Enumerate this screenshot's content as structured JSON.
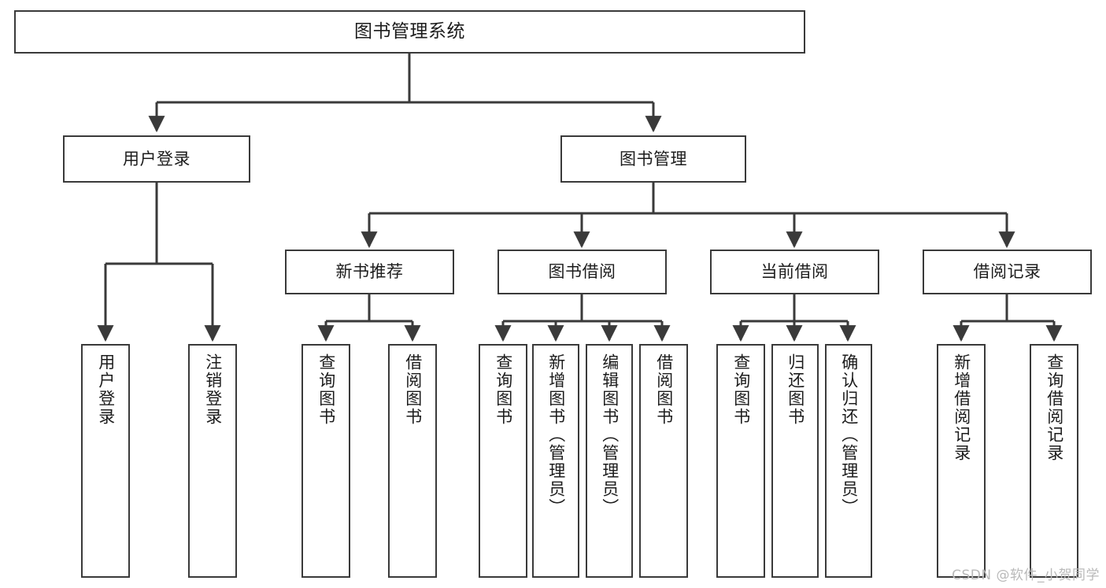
{
  "diagram": {
    "title": "图书管理系统",
    "type": "tree-hierarchy-diagram",
    "root": {
      "id": "root",
      "label": "图书管理系统"
    },
    "level1": [
      {
        "id": "user-login",
        "label": "用户登录"
      },
      {
        "id": "book-manage",
        "label": "图书管理"
      }
    ],
    "level2": [
      {
        "id": "new-book-rec",
        "label": "新书推荐",
        "parent": "book-manage"
      },
      {
        "id": "book-borrow",
        "label": "图书借阅",
        "parent": "book-manage"
      },
      {
        "id": "current-borrow",
        "label": "当前借阅",
        "parent": "book-manage"
      },
      {
        "id": "borrow-record",
        "label": "借阅记录",
        "parent": "book-manage"
      }
    ],
    "leaves": [
      {
        "id": "leaf-user-login",
        "label": "用户登录",
        "parent": "user-login"
      },
      {
        "id": "leaf-logout",
        "label": "注销登录",
        "parent": "user-login"
      },
      {
        "id": "leaf-query-book-1",
        "label": "查询图书",
        "parent": "new-book-rec"
      },
      {
        "id": "leaf-borrow-book-1",
        "label": "借阅图书",
        "parent": "new-book-rec"
      },
      {
        "id": "leaf-query-book-2",
        "label": "查询图书",
        "parent": "book-borrow"
      },
      {
        "id": "leaf-add-book",
        "label": "新增图书（管理员）",
        "parent": "book-borrow"
      },
      {
        "id": "leaf-edit-book",
        "label": "编辑图书（管理员）",
        "parent": "book-borrow"
      },
      {
        "id": "leaf-borrow-book-2",
        "label": "借阅图书",
        "parent": "book-borrow"
      },
      {
        "id": "leaf-query-book-3",
        "label": "查询图书",
        "parent": "current-borrow"
      },
      {
        "id": "leaf-return-book",
        "label": "归还图书",
        "parent": "current-borrow"
      },
      {
        "id": "leaf-confirm-return",
        "label": "确认归还（管理员）",
        "parent": "current-borrow"
      },
      {
        "id": "leaf-add-record",
        "label": "新增借阅记录",
        "parent": "borrow-record"
      },
      {
        "id": "leaf-query-record",
        "label": "查询借阅记录",
        "parent": "borrow-record"
      }
    ]
  },
  "watermark": {
    "text": "CSDN @软件_小贺同学"
  },
  "colors": {
    "stroke": "#3a3a3a",
    "background": "#ffffff",
    "text": "#1c1c1c",
    "watermark": "#b9b9b9"
  }
}
